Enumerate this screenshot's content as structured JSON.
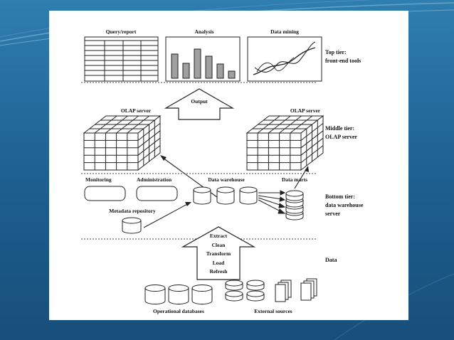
{
  "theme": {
    "background": "#1d5e8f",
    "slide": "#ffffff",
    "bar_fill": "#a0a0a0"
  },
  "tools": {
    "query_report": "Query/report",
    "analysis": "Analysis",
    "data_mining": "Data mining"
  },
  "tiers": {
    "top_line1": "Top tier:",
    "top_line2": "front-end tools",
    "middle_line1": "Middle tier:",
    "middle_line2": "OLAP server",
    "bottom_line1": "Bottom tier:",
    "bottom_line2": "data warehouse",
    "bottom_line3": "server",
    "data": "Data"
  },
  "middle": {
    "output": "Output",
    "olap_left": "OLAP server",
    "olap_right": "OLAP server"
  },
  "bottom": {
    "monitoring": "Monitoring",
    "administration": "Administration",
    "data_warehouse": "Data warehouse",
    "data_marts": "Data marts",
    "metadata": "Metadata repository"
  },
  "etl": {
    "steps": [
      "Extract",
      "Clean",
      "Transform",
      "Load",
      "Refresh"
    ]
  },
  "sources": {
    "operational": "Operational databases",
    "external": "External sources"
  },
  "analysis_bars": [
    0.68,
    0.42,
    0.82,
    0.62,
    0.4,
    0.2
  ]
}
